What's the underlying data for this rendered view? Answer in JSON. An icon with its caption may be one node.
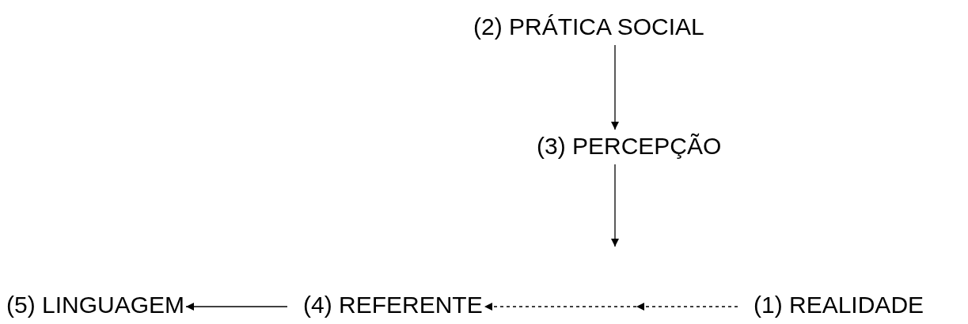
{
  "diagram": {
    "nodes": [
      {
        "text": [
          "(2) PRÁTICA SOCIAL"
        ]
      },
      {
        "text": [
          "(3) PERCEPÇÃO"
        ]
      },
      {
        "text": [
          "(5) LINGUAGEM"
        ]
      },
      {
        "text": [
          "(4) REFERENTE"
        ]
      },
      {
        "text": [
          "(1) REALIDADE"
        ]
      }
    ],
    "edges": [
      {
        "from": 0,
        "to": 1,
        "arrow": "to"
      },
      {
        "from": 1,
        "to": null,
        "arrow": "to"
      },
      {
        "from": 4,
        "to": 3,
        "arrow": "to",
        "style": "dashed"
      },
      {
        "from": 3,
        "to": 2,
        "arrow": "to"
      }
    ]
  }
}
